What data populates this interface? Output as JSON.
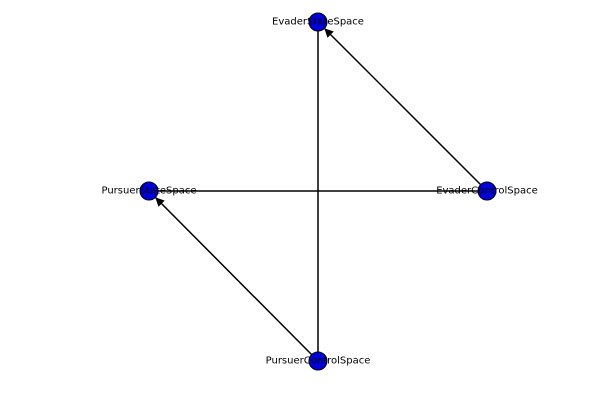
{
  "graph": {
    "nodes": [
      {
        "id": "evader-state",
        "label": "EvaderStateSpace"
      },
      {
        "id": "pursuer-state",
        "label": "PursuerStateSpace"
      },
      {
        "id": "evader-control",
        "label": "EvaderControlSpace"
      },
      {
        "id": "pursuer-control",
        "label": "PursuerControlSpace"
      }
    ],
    "edges": [
      {
        "from": "evader-control",
        "to": "evader-state",
        "directed": true
      },
      {
        "from": "pursuer-control",
        "to": "pursuer-state",
        "directed": true
      },
      {
        "from": "pursuer-state",
        "to": "evader-control",
        "directed": false
      },
      {
        "from": "pursuer-control",
        "to": "evader-state",
        "directed": false
      }
    ],
    "style": {
      "node_color": "#0000dd",
      "node_stroke": "#000000",
      "edge_color": "#000000",
      "label_color": "#000000"
    }
  }
}
